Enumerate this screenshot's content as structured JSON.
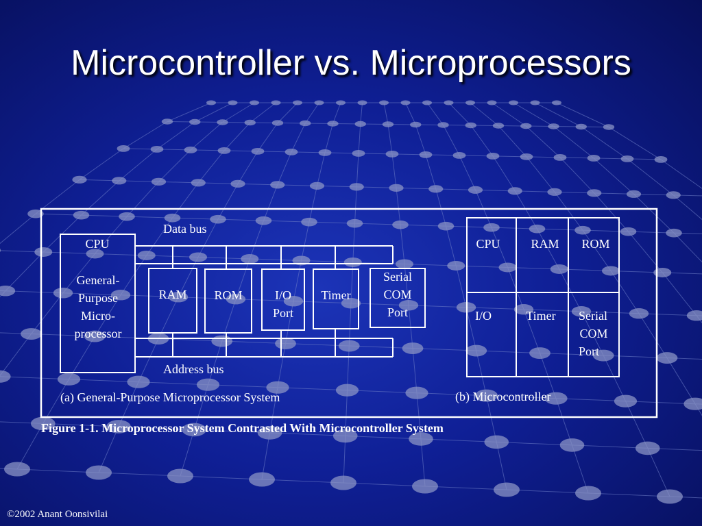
{
  "slide": {
    "title": "Microcontroller vs. Microprocessors",
    "copyright": "©2002 Anant Oonsivilai"
  },
  "figure": {
    "caption": "Figure 1-1. Microprocessor System Contrasted With Microcontroller System",
    "microprocessor_system": {
      "label": "(a) General-Purpose Microprocessor System",
      "data_bus": "Data bus",
      "address_bus": "Address bus",
      "cpu": {
        "title": "CPU",
        "body": [
          "General-",
          "Purpose",
          "Micro-",
          "processor"
        ]
      },
      "peripherals": [
        {
          "lines": [
            "RAM"
          ]
        },
        {
          "lines": [
            "ROM"
          ]
        },
        {
          "lines": [
            "I/O",
            "Port"
          ]
        },
        {
          "lines": [
            "Timer"
          ]
        },
        {
          "lines": [
            "Serial",
            "COM",
            "Port"
          ]
        }
      ]
    },
    "microcontroller": {
      "label": "(b) Microcontroller",
      "cells": [
        {
          "lines": [
            "CPU"
          ]
        },
        {
          "lines": [
            "RAM"
          ]
        },
        {
          "lines": [
            "ROM"
          ]
        },
        {
          "lines": [
            "I/O"
          ]
        },
        {
          "lines": [
            "Timer"
          ]
        },
        {
          "lines": [
            "Serial",
            "COM",
            "Port"
          ]
        }
      ]
    }
  }
}
